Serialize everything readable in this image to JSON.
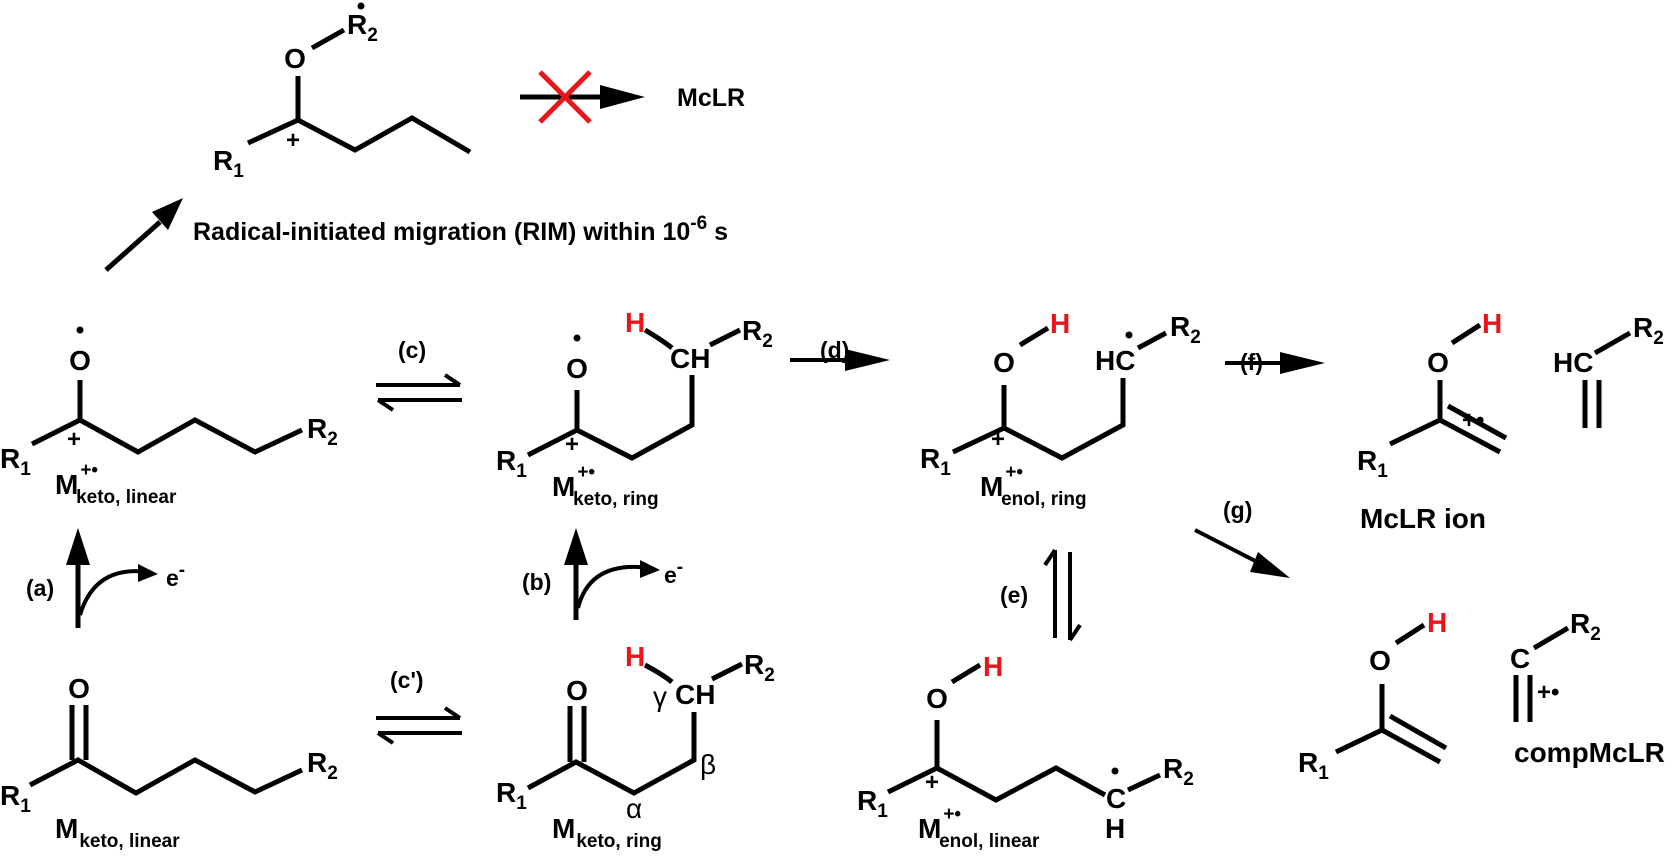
{
  "top": {
    "rim_label": "Radical-initiated migration (RIM) within 10",
    "rim_exp": "-6",
    "rim_unit": " s",
    "blocked_product": "McLR",
    "r1": "R",
    "r1_sub": "1",
    "r2": "R",
    "r2_sub": "2",
    "o": "O",
    "plus": "+"
  },
  "species": {
    "m_keto_linear_radical": {
      "main": "M",
      "sup": "+•",
      "sub": "keto, linear"
    },
    "m_keto_ring_radical": {
      "main": "M",
      "sup": "+•",
      "sub": "keto, ring"
    },
    "m_enol_ring_radical": {
      "main": "M",
      "sup": "+•",
      "sub": "enol, ring"
    },
    "m_enol_linear_radical": {
      "main": "M",
      "sup": "+•",
      "sub": "enol, linear"
    },
    "m_keto_linear": {
      "main": "M",
      "sub": "keto, linear"
    },
    "m_keto_ring": {
      "main": "M",
      "sub": "keto, ring"
    },
    "mclr_ion": "McLR ion",
    "compmclr_ion": "compMcLR ion"
  },
  "steps": {
    "a": "(a)",
    "b": "(b)",
    "c": "(c)",
    "c_prime": "(c')",
    "d": "(d)",
    "e": "(e)",
    "f": "(f)",
    "g": "(g)"
  },
  "atoms": {
    "O": "O",
    "H": "H",
    "CH": "CH",
    "HC": "HC",
    "C": "C",
    "R": "R",
    "one": "1",
    "two": "2",
    "plus": "+",
    "plus_dot": "+•",
    "electron": "e",
    "minus": "-",
    "alpha": "α",
    "beta": "β",
    "gamma": "γ"
  },
  "colors": {
    "hydrogen_highlight": "#e8151b",
    "blocked_cross": "#e8151b",
    "ink": "#000000"
  }
}
